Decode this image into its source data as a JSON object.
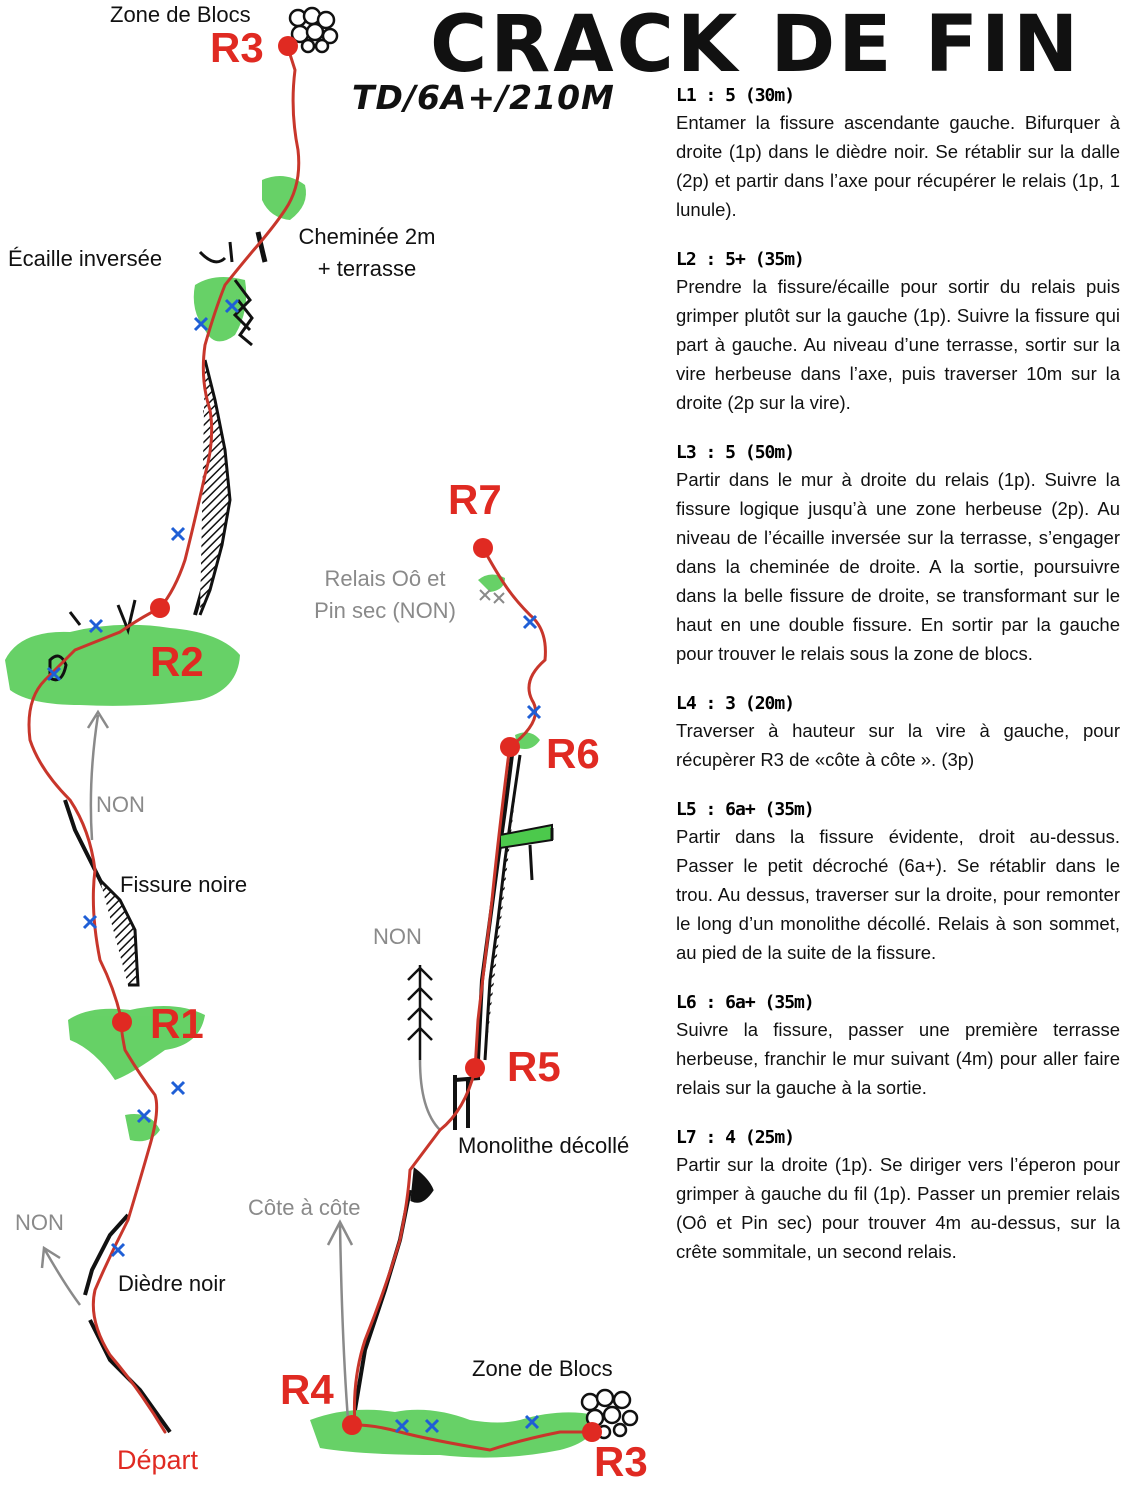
{
  "title": "CRACK DE FIN",
  "subtitle": "TD/6A+/210M",
  "pitches": [
    {
      "head": "L1 : 5 (30m)",
      "text": "Entamer la fissure ascendante gauche. Bifurquer à droite (1p) dans le dièdre noir. Se rétablir sur la dalle (2p) et partir dans l’axe pour récupérer le relais (1p, 1 lunule)."
    },
    {
      "head": "L2 : 5+ (35m)",
      "text": "Prendre la fissure/écaille pour sortir du relais puis grimper plutôt sur la gauche (1p). Suivre la fissure qui part à gauche. Au niveau d’une terrasse, sortir sur la vire herbeuse dans l’axe, puis traverser 10m sur la droite (2p sur la vire)."
    },
    {
      "head": "L3 : 5 (50m)",
      "text": "Partir dans le mur à droite du relais (1p). Suivre la fissure logique jusqu’à une zone herbeuse (2p). Au niveau de l’écaille inversée sur la terrasse, s’engager dans la cheminée de droite. A la sortie, poursuivre dans la belle fissure de droite, se transformant sur le haut en une double fissure. En sortir par la gauche pour trouver le relais sous la zone de blocs."
    },
    {
      "head": "L4 : 3 (20m)",
      "text": "Traverser à hauteur sur la vire à gauche, pour récupèrer R3 de «côte à côte ». (3p)"
    },
    {
      "head": "L5 : 6a+ (35m)",
      "text": "Partir dans la fissure évidente, droit au-dessus. Passer le petit décroché (6a+). Se rétablir dans le trou. Au dessus, traverser sur la droite, pour remonter le long d’un monolithe décollé. Relais à son sommet, au pied de la suite de la fissure."
    },
    {
      "head": "L6 : 6a+ (35m)",
      "text": "Suivre la fissure, passer une première terrasse herbeuse, franchir le mur suivant (4m) pour aller faire relais sur la gauche à la sortie."
    },
    {
      "head": "L7 : 4 (25m)",
      "text": "Partir sur la droite (1p). Se diriger vers l’éperon pour grimper à gauche du fil (1p). Passer un premier relais (Oô et Pin sec) pour trouver 4m au-dessus, sur la crête sommitale, un second relais."
    }
  ],
  "labels": {
    "zone_blocs_top": "Zone de Blocs",
    "zone_blocs_bottom": "Zone de Blocs",
    "ecaille": "Écaille inversée",
    "cheminee_1": "Cheminée 2m",
    "cheminee_2": "+ terrasse",
    "fissure_noire": "Fissure noire",
    "diedre_noir": "Dièdre noir",
    "non_1": "NON",
    "non_2": "NON",
    "non_3": "NON",
    "relais_oo_1": "Relais Oô et",
    "relais_oo_2": "Pin sec (NON)",
    "monolithe": "Monolithe décollé",
    "cote_a_cote": "Côte à côte",
    "depart": "Départ"
  },
  "relays": {
    "r1": "R1",
    "r2": "R2",
    "r3_top": "R3",
    "r3_bottom": "R3",
    "r4": "R4",
    "r5": "R5",
    "r6": "R6",
    "r7": "R7"
  },
  "colors": {
    "route": "#c8362b",
    "relay": "#e02a22",
    "grass": "#4cc94c",
    "protection": "#1f5fd6",
    "rock": "#111111",
    "variant": "#8a8a8a"
  }
}
